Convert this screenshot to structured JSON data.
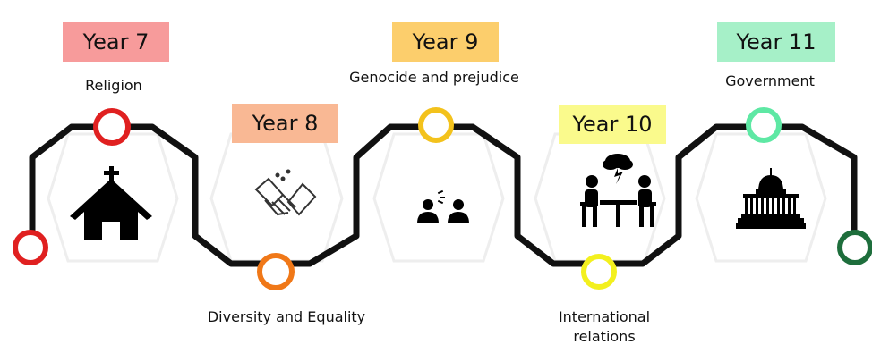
{
  "timeline": {
    "stages": [
      {
        "year": "Year 7",
        "topic": "Religion",
        "badge_color": "#f79b9b",
        "ring_color": "#e02020",
        "icon": "church-icon"
      },
      {
        "year": "Year 8",
        "topic": "Diversity and Equality",
        "badge_color": "#f9b894",
        "ring_color": "#f07818",
        "icon": "handshake-icon"
      },
      {
        "year": "Year 9",
        "topic": "Genocide and prejudice",
        "badge_color": "#fcce6c",
        "ring_color": "#f3c21c",
        "icon": "conversation-icon"
      },
      {
        "year": "Year 10",
        "topic": [
          "International",
          "relations"
        ],
        "badge_color": "#fafa8c",
        "ring_color": "#f3f01e",
        "icon": "debate-table-icon"
      },
      {
        "year": "Year 11",
        "topic": "Government",
        "badge_color": "#a6f0c8",
        "ring_color": "#5ee8a4",
        "icon": "capitol-building-icon"
      }
    ],
    "start_ring_color": "#e02020",
    "end_ring_color": "#1e6e3c",
    "line_color": "#111111",
    "hexagon_color": "#eeeeee"
  }
}
